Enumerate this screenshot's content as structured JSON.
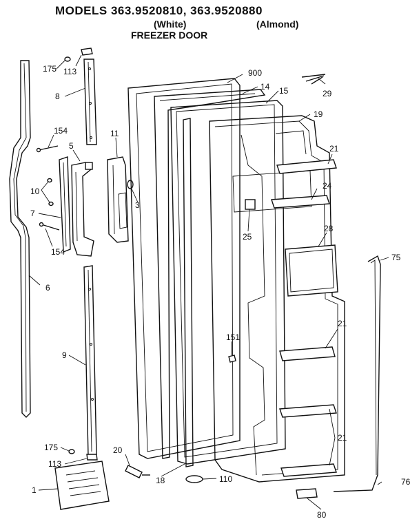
{
  "header": {
    "models_line": "MODELS 363.9520810, 363.9520880",
    "variant_white": "(White)",
    "variant_almond": "(Almond)",
    "subtitle": "FREEZER DOOR"
  },
  "callouts": {
    "p900": "900",
    "p14": "14",
    "p15": "15",
    "p29": "29",
    "p19": "19",
    "p175a": "175",
    "p113a": "113",
    "p8": "8",
    "p154a": "154",
    "p5": "5",
    "p11": "11",
    "p10": "10",
    "p3": "3",
    "p7": "7",
    "p154b": "154",
    "p6": "6",
    "p21a": "21",
    "p24": "24",
    "p25": "25",
    "p28": "28",
    "p75": "75",
    "p9": "9",
    "p151": "151",
    "p21b": "21",
    "p21c": "21",
    "p175b": "175",
    "p113b": "113",
    "p20": "20",
    "p18": "18",
    "p110": "110",
    "p1": "1",
    "p76": "76",
    "p80": "80"
  }
}
